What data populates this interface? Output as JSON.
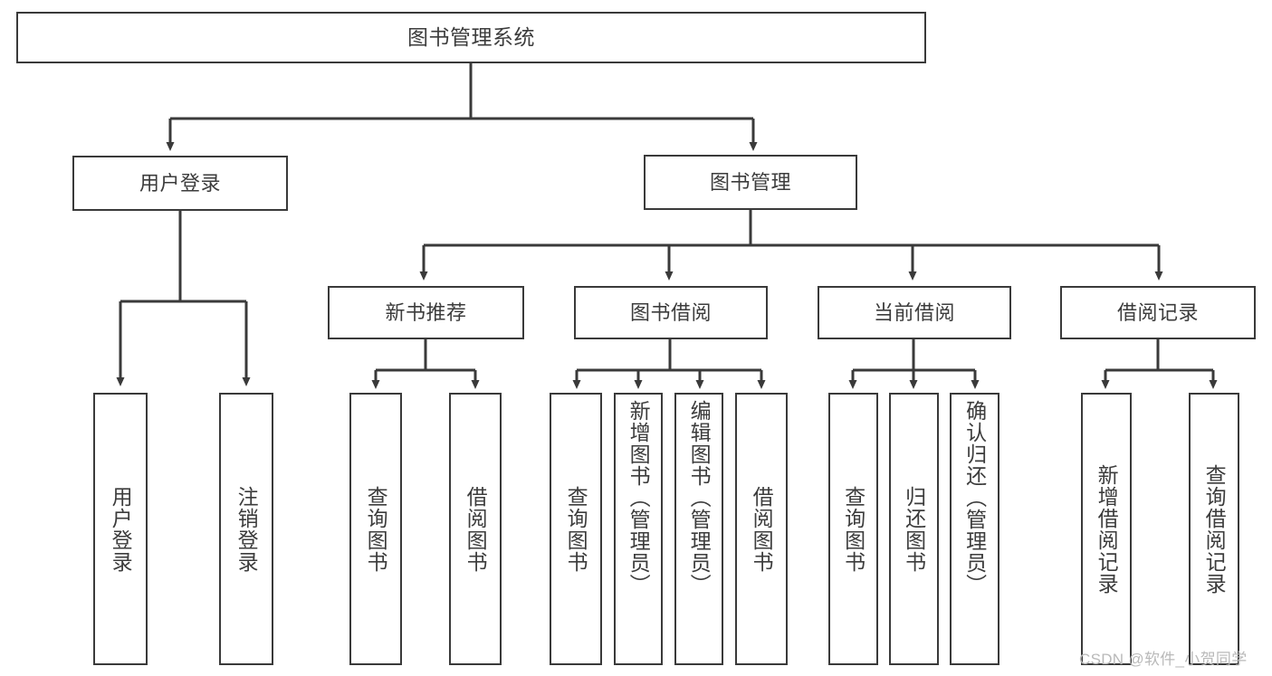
{
  "diagram": {
    "title": "图书管理系统",
    "type": "hierarchy-tree",
    "edge_color": "#3a3a3a",
    "box_border_color": "#3a3a3a",
    "text_color": "#3c3c3c",
    "background": "#ffffff"
  },
  "nodes": {
    "root": {
      "label": "图书管理系统",
      "level": 1
    },
    "l2": [
      {
        "id": "user-login",
        "label": "用户登录",
        "level": 2
      },
      {
        "id": "book-manage",
        "label": "图书管理",
        "level": 2
      }
    ],
    "l3": [
      {
        "id": "new-book-rec",
        "label": "新书推荐",
        "level": 3
      },
      {
        "id": "book-borrow",
        "label": "图书借阅",
        "level": 3
      },
      {
        "id": "current-borrow",
        "label": "当前借阅",
        "level": 3
      },
      {
        "id": "borrow-record",
        "label": "借阅记录",
        "level": 3
      }
    ],
    "leaves": [
      {
        "id": "leaf-user-login",
        "label": "用户登录",
        "parent": "user-login"
      },
      {
        "id": "leaf-user-logout",
        "label": "注销登录",
        "parent": "user-login"
      },
      {
        "id": "leaf-rec-query-book",
        "label": "查询图书",
        "parent": "new-book-rec"
      },
      {
        "id": "leaf-rec-borrow-book",
        "label": "借阅图书",
        "parent": "new-book-rec"
      },
      {
        "id": "leaf-borrow-query-book",
        "label": "查询图书",
        "parent": "book-borrow"
      },
      {
        "id": "leaf-borrow-add-book",
        "label": "新增图书（管理员）",
        "parent": "book-borrow"
      },
      {
        "id": "leaf-borrow-edit-book",
        "label": "编辑图书（管理员）",
        "parent": "book-borrow"
      },
      {
        "id": "leaf-borrow-borrow-book",
        "label": "借阅图书",
        "parent": "book-borrow"
      },
      {
        "id": "leaf-cur-query-book",
        "label": "查询图书",
        "parent": "current-borrow"
      },
      {
        "id": "leaf-cur-return-book",
        "label": "归还图书",
        "parent": "current-borrow"
      },
      {
        "id": "leaf-cur-confirm-return",
        "label": "确认归还（管理员）",
        "parent": "current-borrow"
      },
      {
        "id": "leaf-rec-add-record",
        "label": "新增借阅记录",
        "parent": "borrow-record"
      },
      {
        "id": "leaf-rec-query-record",
        "label": "查询借阅记录",
        "parent": "borrow-record"
      }
    ]
  },
  "watermark": {
    "text": "CSDN @软件_小贺同学"
  }
}
